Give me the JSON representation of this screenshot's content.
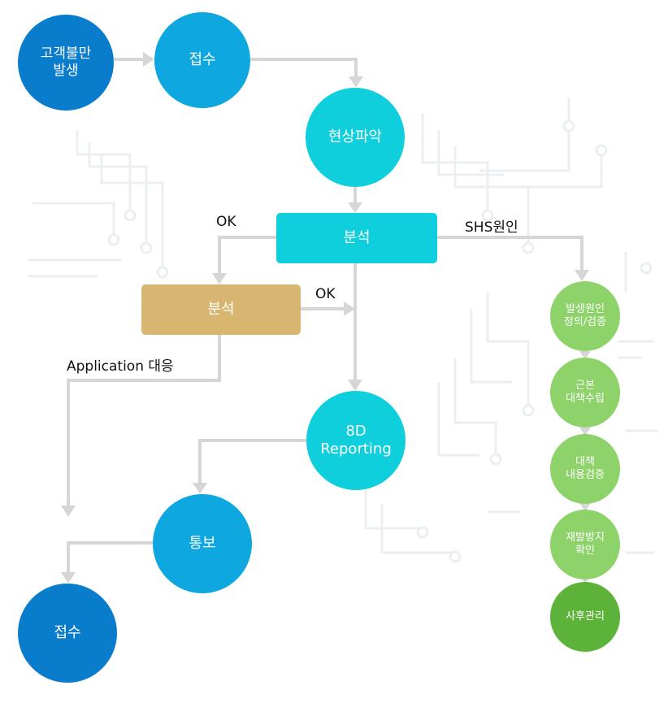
{
  "nodes": {
    "complaint": "고객불만\n발생",
    "receipt_top": "접수",
    "grasp": "현상파악",
    "analysis_main": "분석",
    "analysis_sub": "분석",
    "reporting": "8D\nReporting",
    "notice": "통보",
    "receipt_bottom": "접수",
    "green1": "발생원인\n정의/검증",
    "green2": "근본\n대책수립",
    "green3": "대책\n내용검증",
    "green4": "재발방지\n확인",
    "green5": "사후관리"
  },
  "labels": {
    "ok_left": "OK",
    "ok_mid": "OK",
    "shs": "SHS원인",
    "application": "Application 대응"
  },
  "colors": {
    "dark_blue": "#0a7ccc",
    "mid_blue": "#0ea7e0",
    "cyan": "#0fcfdc",
    "tan": "#d8b66f",
    "light_green": "#8ed36a",
    "dark_green": "#5db33a",
    "arrow": "#d6d6d6",
    "circuit": "#eceff2"
  }
}
